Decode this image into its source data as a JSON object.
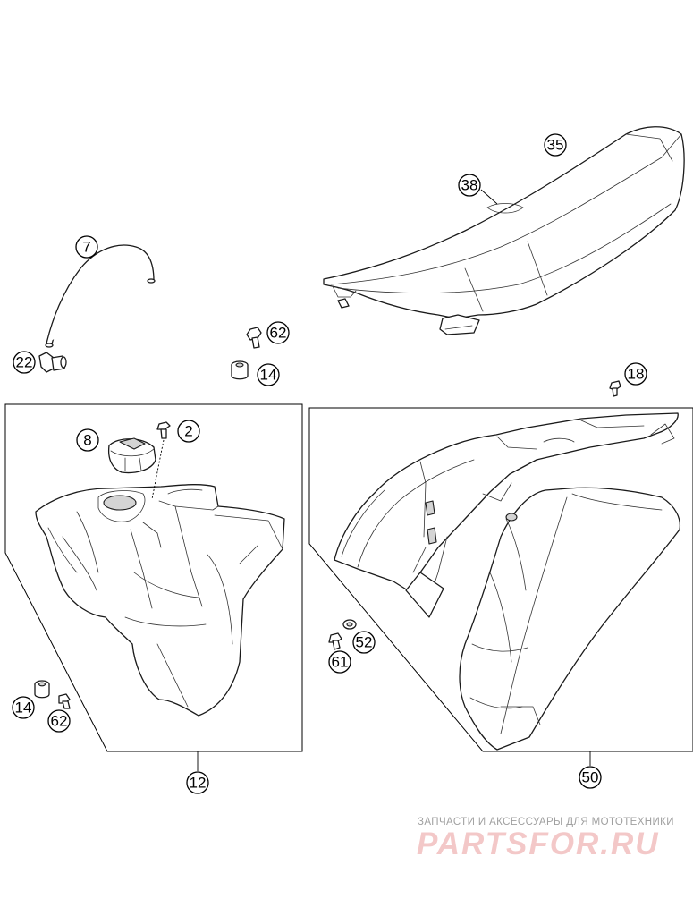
{
  "callouts": {
    "c35": "35",
    "c38": "38",
    "c7": "7",
    "c22": "22",
    "c62a": "62",
    "c14a": "14",
    "c18": "18",
    "c8": "8",
    "c2": "2",
    "c52": "52",
    "c61": "61",
    "c14b": "14",
    "c62b": "62",
    "c12": "12",
    "c50": "50"
  },
  "watermark": {
    "tagline": "ЗАПЧАСТИ И АКСЕССУАРЫ ДЛЯ МОТОТЕХНИКИ",
    "logo": "PARTSFOR.RU"
  },
  "colors": {
    "line": "#1a1a1a",
    "watermark_logo": "#f3c8c8",
    "watermark_text": "#a0a0a0"
  }
}
